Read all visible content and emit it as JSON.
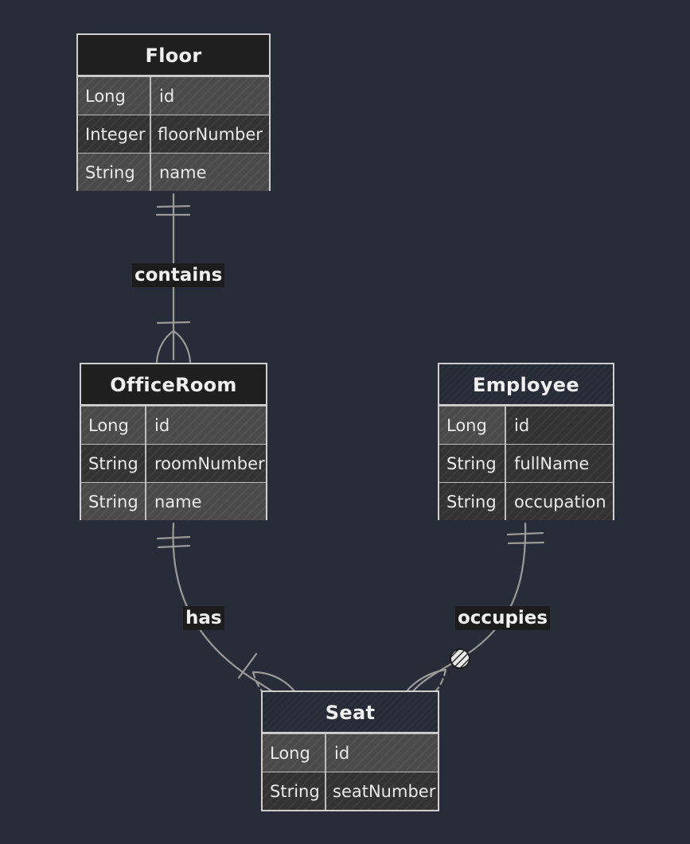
{
  "entities": {
    "floor": {
      "title": "Floor",
      "attributes": [
        {
          "type": "Long",
          "name": "id"
        },
        {
          "type": "Integer",
          "name": "floorNumber"
        },
        {
          "type": "String",
          "name": "name"
        }
      ]
    },
    "officeroom": {
      "title": "OfficeRoom",
      "attributes": [
        {
          "type": "Long",
          "name": "id"
        },
        {
          "type": "String",
          "name": "roomNumber"
        },
        {
          "type": "String",
          "name": "name"
        }
      ]
    },
    "employee": {
      "title": "Employee",
      "attributes": [
        {
          "type": "Long",
          "name": "id"
        },
        {
          "type": "String",
          "name": "fullName"
        },
        {
          "type": "String",
          "name": "occupation"
        }
      ]
    },
    "seat": {
      "title": "Seat",
      "attributes": [
        {
          "type": "Long",
          "name": "id"
        },
        {
          "type": "String",
          "name": "seatNumber"
        }
      ]
    }
  },
  "relationships": {
    "contains": {
      "label": "contains",
      "from": "Floor",
      "to": "OfficeRoom",
      "from_cardinality": "exactly-one",
      "to_cardinality": "one-or-many"
    },
    "has": {
      "label": "has",
      "from": "OfficeRoom",
      "to": "Seat",
      "from_cardinality": "exactly-one",
      "to_cardinality": "one-or-many"
    },
    "occupies": {
      "label": "occupies",
      "from": "Employee",
      "to": "Seat",
      "from_cardinality": "exactly-one",
      "to_cardinality": "zero-or-many"
    }
  },
  "colors": {
    "background": "#282c38",
    "border": "#cfcfcf",
    "edge": "#9a9a9a",
    "label_background": "#1c1c1c"
  }
}
